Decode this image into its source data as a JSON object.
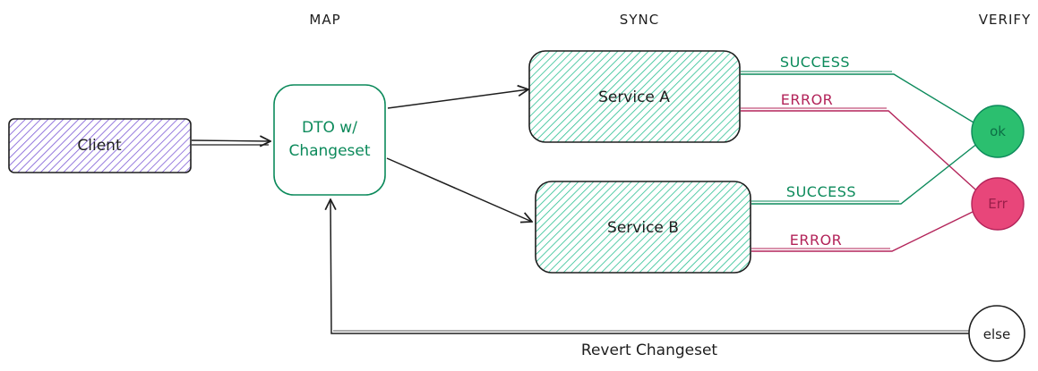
{
  "headers": {
    "map": "MAP",
    "sync": "SYNC",
    "verify": "VERIFY"
  },
  "nodes": {
    "client": "Client",
    "dto_line1": "DTO w/",
    "dto_line2": "Changeset",
    "service_a": "Service A",
    "service_b": "Service B"
  },
  "edges": {
    "a_success": "SUCCESS",
    "a_error": "ERROR",
    "b_success": "SUCCESS",
    "b_error": "ERROR",
    "revert": "Revert Changeset"
  },
  "outcomes": {
    "ok": "ok",
    "err": "Err",
    "else": "else"
  },
  "colors": {
    "client_fill": "#7c5ad6",
    "service_fill": "#2bbf92",
    "dto_stroke": "#0c8a5b",
    "success": "#0c8a5b",
    "error": "#b3245a",
    "ok_fill": "#2bbf6f",
    "err_fill": "#e8467a",
    "stroke": "#1e1e1e"
  }
}
